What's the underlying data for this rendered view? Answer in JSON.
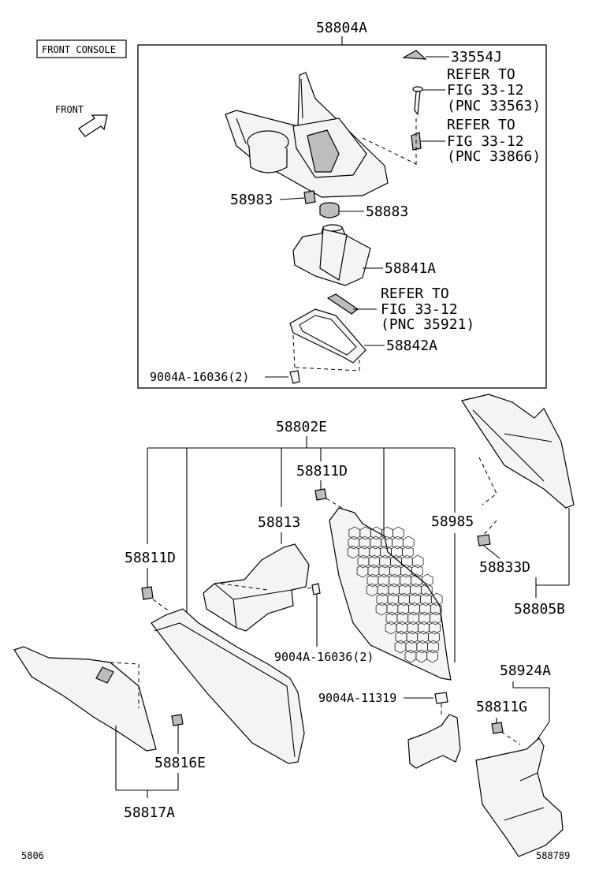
{
  "section_label": "FRONT CONSOLE",
  "front_arrow_label": "FRONT",
  "parts": {
    "p58804A": "58804A",
    "p33554J": "33554J",
    "ref1_line1": "REFER TO",
    "ref1_line2": "FIG 33-12",
    "ref1_line3": "(PNC 33563)",
    "ref2_line1": "REFER TO",
    "ref2_line2": "FIG 33-12",
    "ref2_line3": "(PNC 33866)",
    "p58983": "58983",
    "p58883": "58883",
    "p58841A": "58841A",
    "ref3_line1": "REFER TO",
    "ref3_line2": "FIG 33-12",
    "ref3_line3": "(PNC 35921)",
    "p58842A": "58842A",
    "p9004A_16036_top": "9004A-16036(2)",
    "p58802E": "58802E",
    "p58811D_a": "58811D",
    "p58813": "58813",
    "p58985": "58985",
    "p58811D_b": "58811D",
    "p58833D": "58833D",
    "p58805B": "58805B",
    "p9004A_16036_mid": "9004A-16036(2)",
    "p9004A_11319": "9004A-11319",
    "p58924A": "58924A",
    "p58811G": "58811G",
    "p58816E": "58816E",
    "p58817A": "58817A"
  },
  "footer": {
    "left_code": "5806",
    "right_code": "588789"
  }
}
